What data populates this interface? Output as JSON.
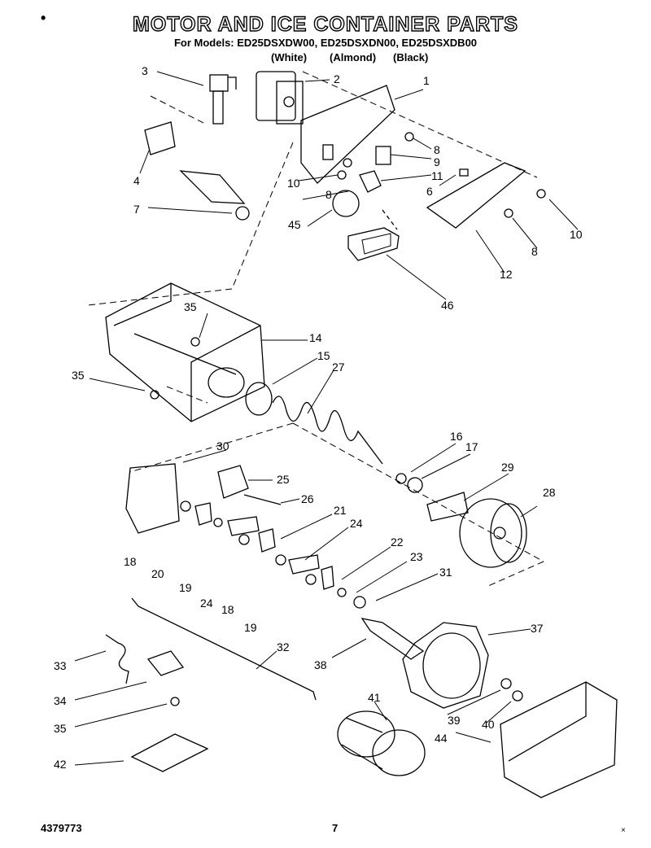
{
  "header": {
    "title": "MOTOR AND ICE CONTAINER PARTS",
    "models": "For Models: ED25DSXDW00, ED25DSXDN00, ED25DSXDB00",
    "color_white": "(White)",
    "color_almond": "(Almond)",
    "color_black": "(Black)"
  },
  "corner_marks": {
    "top_left": "•",
    "bottom_right": "×"
  },
  "footer": {
    "part_number": "4379773",
    "page": "7"
  },
  "callouts": [
    "1",
    "2",
    "3",
    "4",
    "6",
    "7",
    "8",
    "9",
    "10",
    "11",
    "12",
    "14",
    "15",
    "16",
    "17",
    "18",
    "19",
    "20",
    "21",
    "22",
    "23",
    "24",
    "25",
    "26",
    "27",
    "28",
    "29",
    "30",
    "31",
    "32",
    "33",
    "34",
    "35",
    "37",
    "38",
    "39",
    "40",
    "41",
    "42",
    "44",
    "45",
    "46"
  ]
}
